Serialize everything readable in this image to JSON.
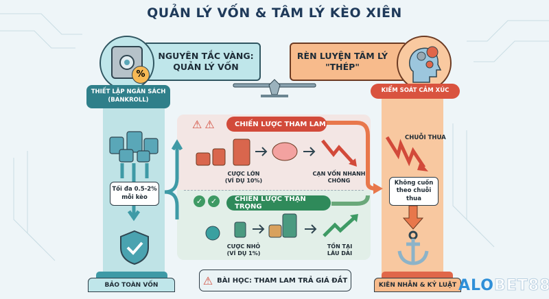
{
  "title": "QUẢN LÝ VỐN & TÂM LÝ KÈO XIÊN",
  "left": {
    "header": "NGUYÊN TẮC VÀNG: QUẢN LÝ VỐN",
    "pill": "THIẾT LẬP NGÂN SÁCH (BANKROLL)",
    "percent_badge": "%",
    "bubble": "Tối đa 0.5-2% mỗi kèo",
    "base": "BẢO TOÀN VỐN",
    "icons": [
      "safe-icon",
      "coins-icon",
      "shield-check-icon"
    ]
  },
  "right": {
    "header": "RÈN LUYỆN TÂM LÝ \"THÉP\"",
    "pill": "KIỂM SOÁT CẢM XÚC",
    "losing_streak": "CHUỖI THUA",
    "bubble": "Không cuốn theo chuỗi thua",
    "base": "KIÊN NHẪN & KỶ LUẬT",
    "icons": [
      "head-gears-icon",
      "zigzag-down-arrow-icon",
      "anchor-icon"
    ]
  },
  "center": {
    "greedy": {
      "title": "CHIẾN LƯỢC THAM LAM",
      "bet": "CƯỢC LỚN (VÍ DỤ 10%)",
      "result": "CẠN VỐN NHANH CHÓNG"
    },
    "careful": {
      "title": "CHIẾN LƯỢC THẬN TRỌNG",
      "bet": "CƯỢC NHỎ (VÍ DỤ 1%)",
      "result": "TỒN TẠI LÂU DÀI"
    },
    "lesson": "BÀI HỌC: THAM LAM TRẢ GIÁ ĐẮT"
  },
  "logo": {
    "part1": "ALO",
    "part2": "BET88"
  },
  "colors": {
    "teal": "#2f8a95",
    "orange": "#f08a4b",
    "red": "#d24a3a",
    "green": "#2f8a5a",
    "navy": "#1f3a5a"
  }
}
